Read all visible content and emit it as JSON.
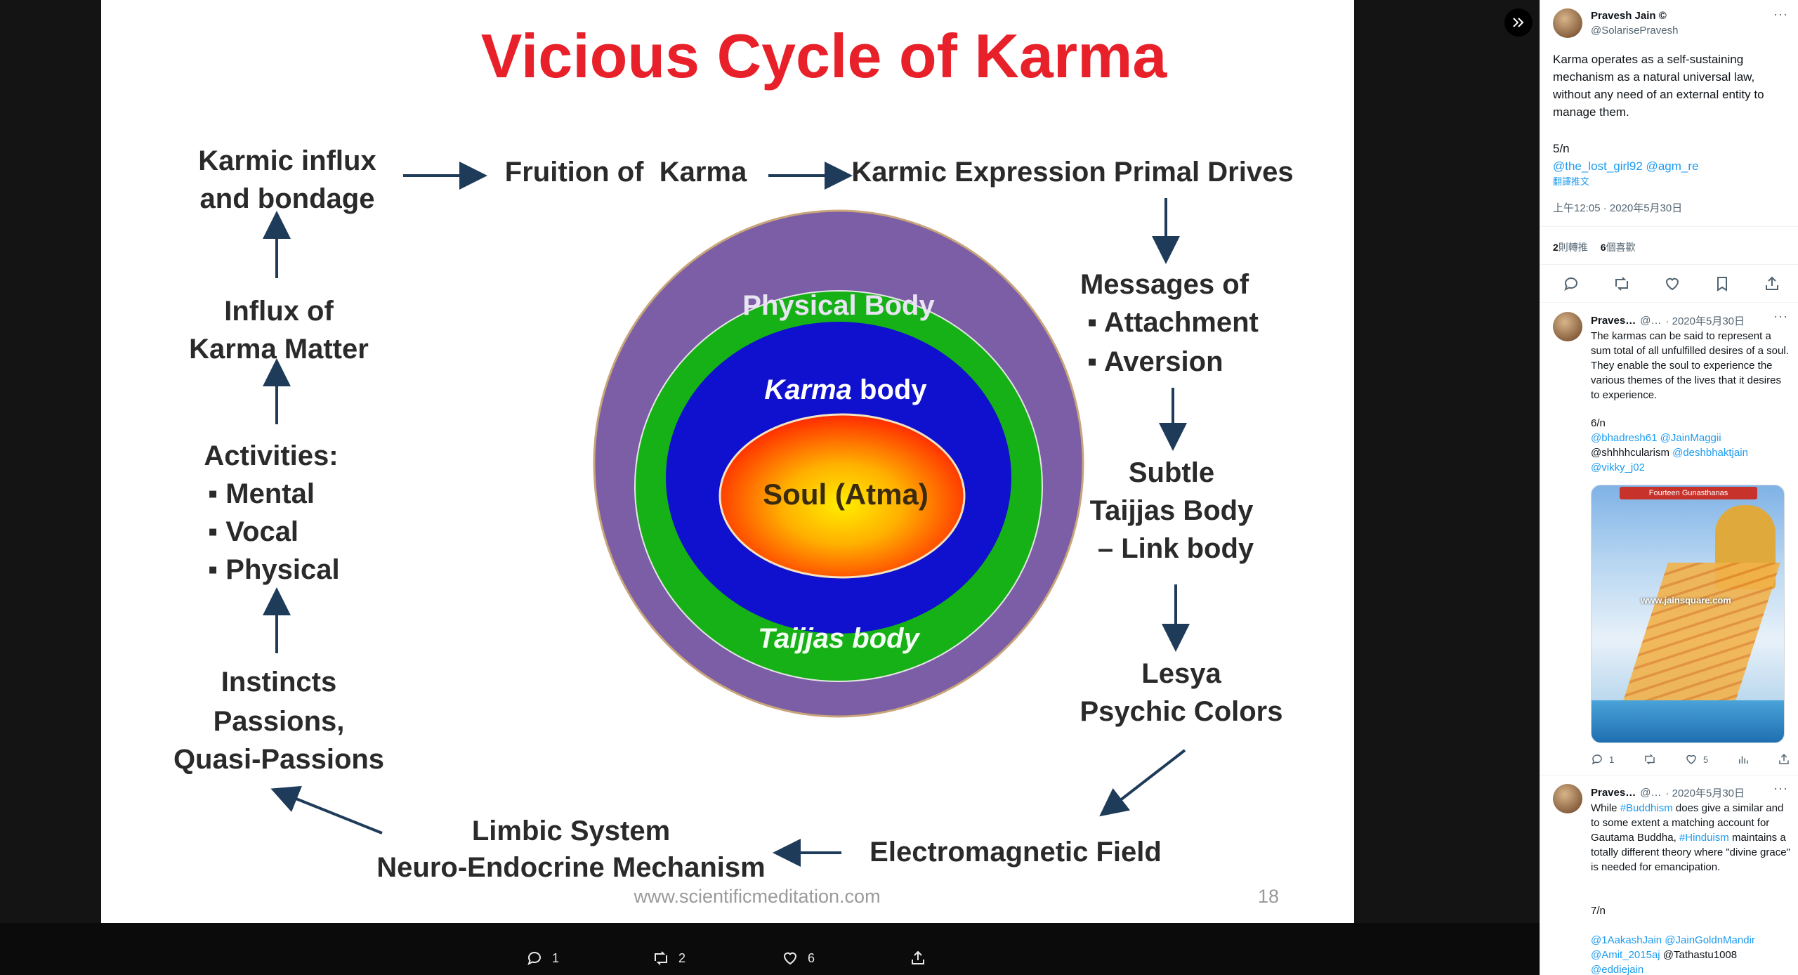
{
  "slide": {
    "title": "Vicious Cycle of Karma",
    "karmic_influx": [
      "Karmic influx",
      "and bondage"
    ],
    "fruition": "Fruition of  Karma",
    "primal_drives": "Karmic Expression Primal Drives",
    "messages": [
      "Messages of",
      "Attachment",
      "Aversion"
    ],
    "subtle": [
      "Subtle",
      "Taijjas Body",
      "– Link body"
    ],
    "lesya": [
      "Lesya",
      "Psychic Colors"
    ],
    "em_field": "Electromagnetic Field",
    "limbic": [
      "Limbic System",
      "Neuro-Endocrine Mechanism"
    ],
    "instincts": [
      "Instincts",
      "Passions,",
      "Quasi-Passions"
    ],
    "activities": [
      "Activities:",
      "Mental",
      "Vocal",
      "Physical"
    ],
    "influx_matter": [
      "Influx of",
      "Karma Matter"
    ],
    "rings": {
      "physical": "Physical Body",
      "karma_word": "Karma",
      "karma_rest": " body",
      "soul": "Soul (Atma)",
      "taijjas": "Taijjas body"
    },
    "website": "www.scientificmeditation.com",
    "page_number": "18",
    "colors": {
      "title": "#e8202a",
      "physical": "#7b5ea6",
      "taijjas": "#16b116",
      "karma": "#1010cf",
      "soul_center": "#ffee00",
      "soul_edge": "#ff2a00",
      "text": "#2a2a2a",
      "arrow": "#1f3b5a"
    }
  },
  "viewer_actions": {
    "reply_count": "1",
    "retweet_count": "2",
    "like_count": "6"
  },
  "tweet": {
    "author_name": "Pravesh Jain ©",
    "author_handle": "@SolarisePravesh",
    "body": "Karma operates as a self-sustaining mechanism as a natural universal law, without any need of an external entity to manage them.",
    "thread_marker": "5/n",
    "mentions": "@the_lost_girl92 @agm_re",
    "translate": "翻譯推文",
    "timestamp": "上午12:05 · 2020年5月30日",
    "retweets_num": "2",
    "retweets_label": " 則轉推",
    "likes_num": "6",
    "likes_label": " 個喜歡"
  },
  "replies": [
    {
      "name": "Praves…",
      "handle": "@…",
      "date": "· 2020年5月30日",
      "body": "The karmas can be said to represent a sum total of all unfulfilled desires of a soul. They enable the soul to experience the various themes of the lives that it desires to experience.",
      "marker": "6/n",
      "mention1": "@bhadresh61 @JainMaggii",
      "mention2_plain": "@shhhhcularism ",
      "mention2_link": "@deshbhaktjain",
      "mention3": "@vikky_j02",
      "image_watermark": "www.jainsquare.com",
      "image_caption": "Fourteen Gunasthanas",
      "reply_count": "1",
      "like_count": "5"
    },
    {
      "name": "Praves…",
      "handle": "@…",
      "date": "· 2020年5月30日",
      "body_pre": "While ",
      "body_tag1": "#Buddhism",
      "body_mid": " does give a similar and to some extent a matching account for Gautama Buddha, ",
      "body_tag2": "#Hinduism",
      "body_post": " maintains a totally different theory where \"divine grace\" is needed for emancipation.",
      "marker": "7/n",
      "mention1": "@1AakashJain @JainGoldnMandir",
      "mention2_link": "@Amit_2015aj",
      "mention2_plain": " @Tathastu1008",
      "mention3": "@eddiejain"
    }
  ]
}
